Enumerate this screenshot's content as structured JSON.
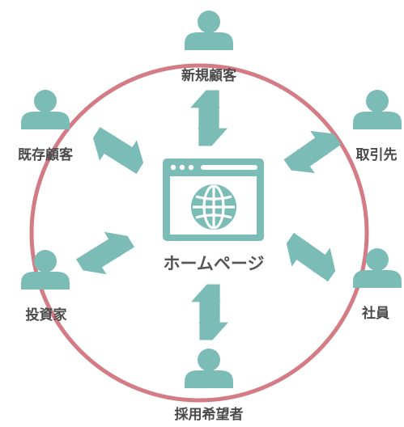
{
  "center": {
    "label": "ホームページ",
    "icon": "globe-browser-window-icon"
  },
  "stakeholders": [
    {
      "id": "new-customer",
      "label": "新規顧客",
      "icon": "person-icon"
    },
    {
      "id": "business-partner",
      "label": "取引先",
      "icon": "person-icon"
    },
    {
      "id": "employee",
      "label": "社員",
      "icon": "person-icon"
    },
    {
      "id": "job-applicant",
      "label": "採用希望者",
      "icon": "person-icon"
    },
    {
      "id": "investor",
      "label": "投資家",
      "icon": "person-icon"
    },
    {
      "id": "existing-customer",
      "label": "既存顧客",
      "icon": "person-icon"
    }
  ],
  "colors": {
    "ring": "#d47c86",
    "teal": "#7bbcb6",
    "text": "#4a4a4a"
  }
}
